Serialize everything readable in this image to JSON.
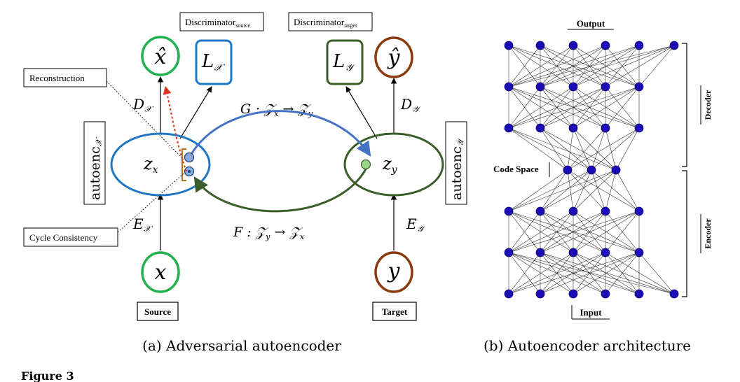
{
  "colors": {
    "green": "#22b14c",
    "blue": "#1f77c4",
    "brown": "#8b3a0e",
    "darkgreen": "#3a5e2a",
    "arrow_blue": "#4472c4",
    "red": "#e0301e",
    "node": "#1a0db8"
  },
  "left": {
    "disc_source_main": "Discriminator",
    "disc_source_sub": "source",
    "disc_target_main": "Discriminator",
    "disc_target_sub": "target",
    "x_hat": "x̂",
    "y_hat": "ŷ",
    "l_x_main": "L",
    "l_x_sub": "𝒳",
    "l_y_main": "L",
    "l_y_sub": "𝒴",
    "reconstruction": "Reconstruction",
    "d_x_main": "D",
    "d_x_sub": "𝒳",
    "d_y_main": "D",
    "d_y_sub": "𝒴",
    "g_map": "G : 𝒵",
    "g_map_sub1": "x",
    "g_map_arrow": " → 𝒵",
    "g_map_sub2": "y",
    "f_map": "F : 𝒵",
    "f_map_sub1": "y",
    "f_map_arrow": " → 𝒵",
    "f_map_sub2": "x",
    "z_x_main": "z",
    "z_x_sub": "x",
    "z_y_main": "z",
    "z_y_sub": "y",
    "autoenc_x_main": "autoenc",
    "autoenc_x_sub": "𝒳",
    "autoenc_y_main": "autoenc",
    "autoenc_y_sub": "𝒴",
    "cycle_consistency": "Cycle Consistency",
    "e_x_main": "E",
    "e_x_sub": "𝒳",
    "e_y_main": "E",
    "e_y_sub": "𝒴",
    "x": "x",
    "y": "y",
    "source": "Source",
    "target": "Target",
    "caption": "(a) Adversarial autoencoder"
  },
  "right": {
    "output": "Output",
    "input": "Input",
    "code_space": "Code Space",
    "decoder": "Decoder",
    "encoder": "Encoder",
    "caption": "(b) Autoencoder architecture",
    "layer_sizes": [
      6,
      5,
      5,
      3,
      5,
      5,
      6
    ]
  },
  "figure_label": "Figure 3"
}
